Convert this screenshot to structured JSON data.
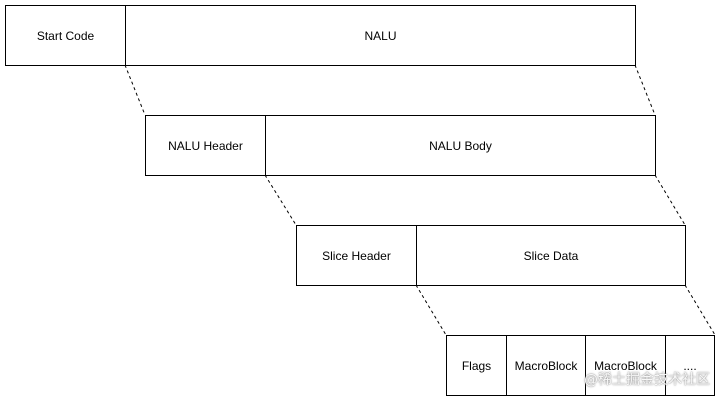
{
  "level1": {
    "start_code": "Start Code",
    "nalu": "NALU"
  },
  "level2": {
    "header": "NALU Header",
    "body": "NALU Body"
  },
  "level3": {
    "header": "Slice Header",
    "data": "Slice Data"
  },
  "level4": {
    "flags": "Flags",
    "macroblock_1": "MacroBlock",
    "macroblock_2": "MacroBlock",
    "more": "...."
  },
  "watermark": "@稀土掘金技术社区",
  "colors": {
    "border": "#000000",
    "background": "#ffffff",
    "connector": "#000000"
  }
}
